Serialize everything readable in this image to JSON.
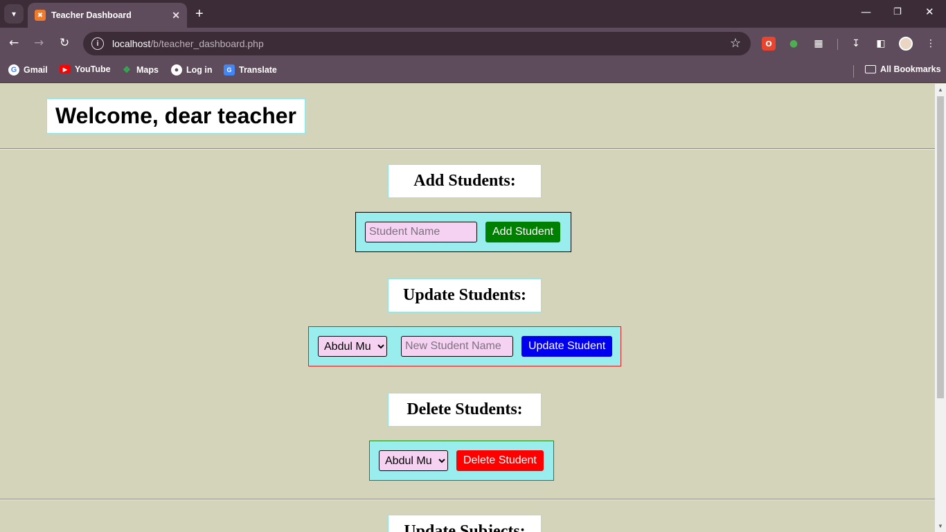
{
  "browser": {
    "tab": {
      "title": "Teacher Dashboard",
      "favicon": "xampp-icon"
    },
    "url": {
      "host": "localhost",
      "path": "/b/teacher_dashboard.php"
    },
    "bookmarks": [
      {
        "label": "Gmail",
        "icon": "google-icon"
      },
      {
        "label": "YouTube",
        "icon": "youtube-icon"
      },
      {
        "label": "Maps",
        "icon": "maps-icon"
      },
      {
        "label": "Log in",
        "icon": "globe-icon"
      },
      {
        "label": "Translate",
        "icon": "translate-icon"
      }
    ],
    "all_bookmarks": "All Bookmarks"
  },
  "page": {
    "welcome": "Welcome, dear teacher",
    "add": {
      "title": "Add Students:",
      "name_placeholder": "Student Name",
      "button": "Add Student"
    },
    "update": {
      "title": "Update Students:",
      "selected": "Abdul Mu",
      "name_placeholder": "New Student Name",
      "button": "Update Student"
    },
    "delete": {
      "title": "Delete Students:",
      "selected": "Abdul Mu",
      "button": "Delete Student"
    },
    "subjects": {
      "title": "Update Subjects:"
    }
  },
  "colors": {
    "page_bg": "#d4d4bb",
    "form_bg": "#99eded",
    "input_bg": "#f6d2f2",
    "add_button": "#008000",
    "update_button": "#0000ee",
    "delete_button": "#ff0000"
  }
}
